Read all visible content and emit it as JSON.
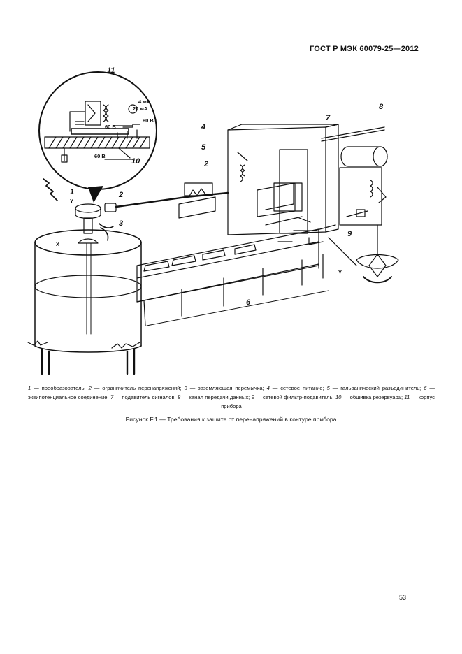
{
  "header": {
    "standard": "ГОСТ Р МЭК 60079-25—2012"
  },
  "diagram": {
    "callouts": [
      "1",
      "2",
      "3",
      "4",
      "5",
      "2",
      "7",
      "8",
      "9",
      "6",
      "10",
      "11"
    ],
    "zone_marks": {
      "x": "X",
      "y_sensor": "Y",
      "y_line": "Y"
    },
    "inset": {
      "current_top": "4 мА",
      "current_bottom": "20 мА",
      "voltage_a": "60 В",
      "voltage_b": "60 В",
      "voltage_c": "60 В"
    }
  },
  "legend": {
    "items": [
      {
        "num": "1",
        "text": "— преобразователь; "
      },
      {
        "num": "2",
        "text": "— ограничитель перенапряжений; "
      },
      {
        "num": "3",
        "text": "— заземляющая перемычка; "
      },
      {
        "num": "4",
        "text": "— сетевое питание; "
      },
      {
        "num": "5",
        "text": "— гальванический разъединитель; "
      },
      {
        "num": "6",
        "text": "— эквипотенциальное соединение; "
      },
      {
        "num": "7",
        "text": "— подавитель сигналов; "
      },
      {
        "num": "8",
        "text": "— канал передачи данных; "
      },
      {
        "num": "9",
        "text": "— сетевой фильтр-подавитель; "
      },
      {
        "num": "10",
        "text": "— обшивка резервуара; "
      },
      {
        "num": "11",
        "text": "— корпус прибора"
      }
    ]
  },
  "caption": "Рисунок F.1 — Требования к защите от перенапряжений в контуре прибора",
  "page_number": "53"
}
